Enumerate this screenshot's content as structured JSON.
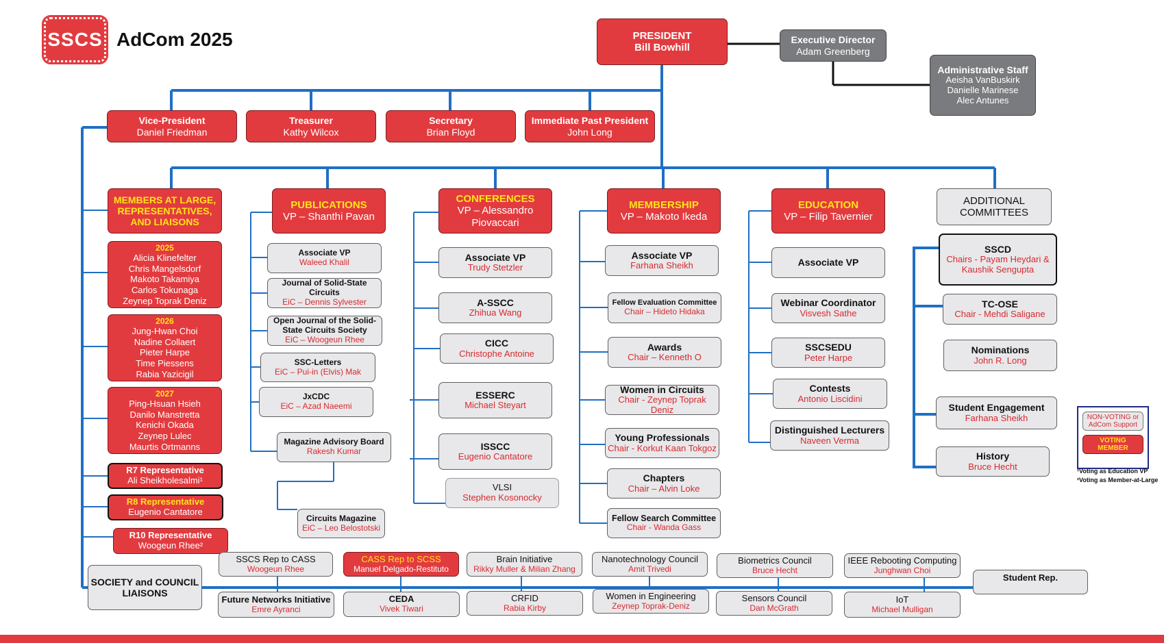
{
  "header": {
    "logo_text": "SSCS",
    "title": "AdCom 2025"
  },
  "colors": {
    "voting": "#e23b3f",
    "nonvoting": "#e8e8ea",
    "line": "#1f6fc4",
    "highlight": "#ffe419"
  },
  "president": {
    "title": "PRESIDENT",
    "name": "Bill Bowhill"
  },
  "executive_director": {
    "title": "Executive Director",
    "name": "Adam Greenberg"
  },
  "admin_staff": {
    "title": "Administrative Staff",
    "names": [
      "Aeisha VanBuskirk",
      "Danielle Marinese",
      "Alec Antunes"
    ]
  },
  "officers": [
    {
      "title": "Vice-President",
      "name": "Daniel Friedman"
    },
    {
      "title": "Treasurer",
      "name": "Kathy Wilcox"
    },
    {
      "title": "Secretary",
      "name": "Brian Floyd"
    },
    {
      "title": "Immediate Past President",
      "name": "John Long"
    }
  ],
  "members_at_large": {
    "header": [
      "MEMBERS AT LARGE,",
      "REPRESENTATIVES,",
      "AND LIAISONS"
    ],
    "groups": [
      {
        "year": "2025",
        "names": [
          "Alicia Klinefelter",
          "Chris Mangelsdorf",
          "Makoto Takamiya",
          "Carlos Tokunaga",
          "Zeynep Toprak Deniz"
        ]
      },
      {
        "year": "2026",
        "names": [
          "Jung-Hwan Choi",
          "Nadine Collaert",
          "Pieter Harpe",
          "Time Piessens",
          "Rabia Yazicigil"
        ]
      },
      {
        "year": "2027",
        "names": [
          "Ping-Hsuan Hsieh",
          "Danilo Manstretta",
          "Kenichi Okada",
          "Zeynep Lulec",
          "Maurtis Ortmanns"
        ]
      }
    ],
    "reps": [
      {
        "title": "R7  Representative",
        "name": "Ali Sheikholesalmi¹"
      },
      {
        "title": "R8 Representative",
        "name": "Eugenio Cantatore"
      },
      {
        "title": "R10 Representative",
        "name": "Woogeun Rhee²"
      }
    ]
  },
  "publications": {
    "head_title": "PUBLICATIONS",
    "head_sub": "VP – Shanthi Pavan",
    "items": [
      {
        "title": "Associate VP",
        "name": "Waleed Khalil"
      },
      {
        "title": "Journal of Solid-State Circuits",
        "name": "EiC – Dennis Sylvester"
      },
      {
        "title": "Open Journal of the Solid-State Circuits Society",
        "name": "EiC – Woogeun Rhee"
      },
      {
        "title": "SSC-Letters",
        "name": "EiC – Pui-in (Elvis) Mak"
      },
      {
        "title": "JxCDC",
        "name": "EiC – Azad Naeemi"
      },
      {
        "title": "Magazine Advisory Board",
        "name": "Rakesh Kumar"
      },
      {
        "title": "Circuits Magazine",
        "name": "EiC – Leo Belostotski"
      }
    ]
  },
  "conferences": {
    "head_title": "CONFERENCES",
    "head_sub": "VP – Alessandro Piovaccari",
    "items": [
      {
        "title": "Associate VP",
        "name": "Trudy Stetzler"
      },
      {
        "title": "A-SSCC",
        "name": "Zhihua Wang"
      },
      {
        "title": "CICC",
        "name": "Christophe Antoine"
      },
      {
        "title": "ESSERC",
        "name": "Michael Steyart"
      },
      {
        "title": "ISSCC",
        "name": "Eugenio Cantatore"
      },
      {
        "title": "VLSI",
        "name": "Stephen Kosonocky"
      }
    ]
  },
  "membership": {
    "head_title": "MEMBERSHIP",
    "head_sub": "VP – Makoto Ikeda",
    "items": [
      {
        "title": "Associate VP",
        "name": "Farhana Sheikh"
      },
      {
        "title": "Fellow Evaluation Committee",
        "name": "Chair – Hideto Hidaka"
      },
      {
        "title": "Awards",
        "name": "Chair – Kenneth O"
      },
      {
        "title": "Women in Circuits",
        "name": "Chair - Zeynep Toprak Deniz"
      },
      {
        "title": "Young Professionals",
        "name": "Chair - Korkut Kaan Tokgoz"
      },
      {
        "title": "Chapters",
        "name": "Chair – Alvin Loke"
      },
      {
        "title": "Fellow Search Committee",
        "name": "Chair - Wanda Gass"
      }
    ]
  },
  "education": {
    "head_title": "EDUCATION",
    "head_sub": "VP – Filip Tavernier",
    "items": [
      {
        "title": "Associate VP",
        "name": ""
      },
      {
        "title": "Webinar Coordinator",
        "name": "Visvesh Sathe"
      },
      {
        "title": "SSCSEDU",
        "name": "Peter Harpe"
      },
      {
        "title": "Contests",
        "name": "Antonio Liscidini"
      },
      {
        "title": "Distinguished Lecturers",
        "name": "Naveen Verma"
      }
    ]
  },
  "additional": {
    "head": [
      "ADDITIONAL",
      "COMMITTEES"
    ],
    "items": [
      {
        "title": "SSCD",
        "name": "Chairs - Payam Heydari & Kaushik Sengupta"
      },
      {
        "title": "TC-OSE",
        "name": "Chair - Mehdi Saligane"
      },
      {
        "title": "Nominations",
        "name": "John R. Long"
      },
      {
        "title": "Student Engagement",
        "name": "Farhana Sheikh"
      },
      {
        "title": "History",
        "name": "Bruce Hecht"
      }
    ]
  },
  "liaisons": {
    "label": [
      "SOCIETY and COUNCIL",
      "LIAISONS"
    ],
    "top": [
      {
        "title": "SSCS Rep to CASS",
        "name": "Woogeun Rhee"
      },
      {
        "title": "CASS Rep to SCSS",
        "name": "Manuel Delgado-Restituto"
      },
      {
        "title": "Brain Initiative",
        "name": "Rikky Muller & Milian Zhang"
      },
      {
        "title": "Nanotechnology Council",
        "name": "Amit Trivedi"
      },
      {
        "title": "Biometrics Council",
        "name": "Bruce Hecht"
      },
      {
        "title": "IEEE Rebooting Computing",
        "name": "Junghwan Choi"
      }
    ],
    "bottom": [
      {
        "title": "Future Networks Initiative",
        "name": "Emre Ayranci"
      },
      {
        "title": "CEDA",
        "name": "Vivek Tiwari"
      },
      {
        "title": "CRFID",
        "name": "Rabia Kirby"
      },
      {
        "title": "Women in Engineering",
        "name": "Zeynep Toprak-Deniz"
      },
      {
        "title": "Sensors Council",
        "name": "Dan McGrath"
      },
      {
        "title": "IoT",
        "name": "Michael Mulligan"
      }
    ],
    "student_rep": "Student Rep."
  },
  "legend": {
    "nonvoting": "NON-VOTING or AdCom Support",
    "voting": "VOTING MEMBER"
  },
  "footnotes": [
    "¹Voting as Education VP",
    "²Voting as Member-at-Large"
  ]
}
